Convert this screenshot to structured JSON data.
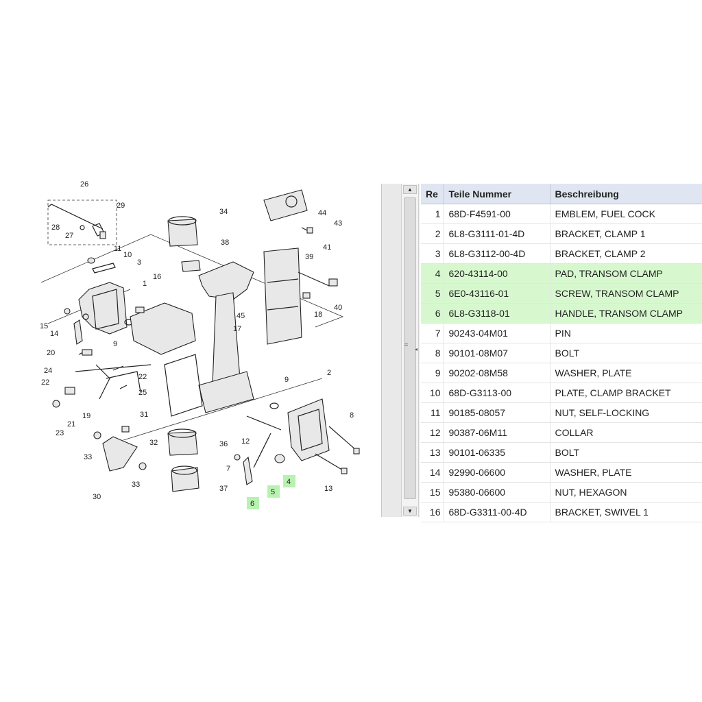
{
  "diagram": {
    "callouts": [
      "26",
      "29",
      "28",
      "27",
      "11",
      "10",
      "3",
      "15",
      "14",
      "9",
      "16",
      "1",
      "20",
      "24",
      "22",
      "19",
      "22",
      "25",
      "21",
      "23",
      "31",
      "33",
      "32",
      "30",
      "33",
      "34",
      "38",
      "36",
      "37",
      "12",
      "7",
      "6",
      "5",
      "4",
      "13",
      "8",
      "2",
      "9",
      "17",
      "18",
      "45",
      "39",
      "41",
      "40",
      "44",
      "43"
    ],
    "highlighted_callouts": [
      "6",
      "5",
      "4"
    ]
  },
  "table": {
    "headers": {
      "ref": "Re",
      "number": "Teile Nummer",
      "description": "Beschreibung"
    },
    "rows": [
      {
        "ref": "1",
        "number": "68D-F4591-00",
        "description": "EMBLEM, FUEL COCK",
        "highlighted": false
      },
      {
        "ref": "2",
        "number": "6L8-G3111-01-4D",
        "description": "BRACKET, CLAMP 1",
        "highlighted": false
      },
      {
        "ref": "3",
        "number": "6L8-G3112-00-4D",
        "description": "BRACKET, CLAMP 2",
        "highlighted": false
      },
      {
        "ref": "4",
        "number": "620-43114-00",
        "description": "PAD, TRANSOM CLAMP",
        "highlighted": true
      },
      {
        "ref": "5",
        "number": "6E0-43116-01",
        "description": "SCREW, TRANSOM CLAMP",
        "highlighted": true
      },
      {
        "ref": "6",
        "number": "6L8-G3118-01",
        "description": "HANDLE, TRANSOM CLAMP",
        "highlighted": true
      },
      {
        "ref": "7",
        "number": "90243-04M01",
        "description": "PIN",
        "highlighted": false
      },
      {
        "ref": "8",
        "number": "90101-08M07",
        "description": "BOLT",
        "highlighted": false
      },
      {
        "ref": "9",
        "number": "90202-08M58",
        "description": "WASHER, PLATE",
        "highlighted": false
      },
      {
        "ref": "10",
        "number": "68D-G3113-00",
        "description": "PLATE, CLAMP BRACKET",
        "highlighted": false
      },
      {
        "ref": "11",
        "number": "90185-08057",
        "description": "NUT, SELF-LOCKING",
        "highlighted": false
      },
      {
        "ref": "12",
        "number": "90387-06M11",
        "description": "COLLAR",
        "highlighted": false
      },
      {
        "ref": "13",
        "number": "90101-06335",
        "description": "BOLT",
        "highlighted": false
      },
      {
        "ref": "14",
        "number": "92990-06600",
        "description": "WASHER, PLATE",
        "highlighted": false
      },
      {
        "ref": "15",
        "number": "95380-06600",
        "description": "NUT, HEXAGON",
        "highlighted": false
      },
      {
        "ref": "16",
        "number": "68D-G3311-00-4D",
        "description": "BRACKET, SWIVEL 1",
        "highlighted": false
      }
    ]
  },
  "scrollbar": {
    "up_glyph": "▲",
    "down_glyph": "▼",
    "grip_glyph": "≡",
    "collapse_glyph": "◂"
  },
  "colors": {
    "highlight_row": "#d7f8cf",
    "highlight_callout": "#b8f2b0",
    "header_bg": "#dfe6f1"
  }
}
